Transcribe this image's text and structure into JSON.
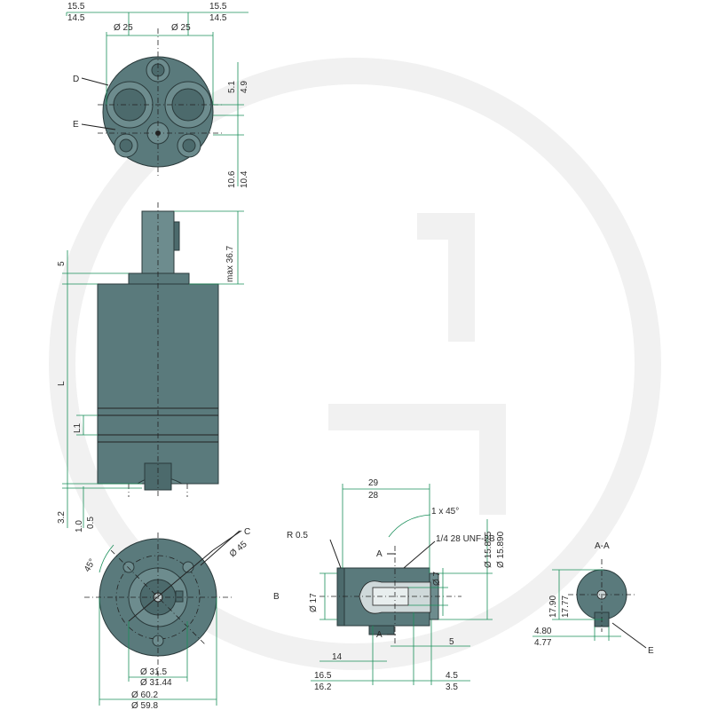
{
  "drawing": {
    "top_view": {
      "dims": {
        "w_left_a": "15.5",
        "w_left_b": "14.5",
        "w_right_a": "15.5",
        "w_right_b": "14.5",
        "port_left": "Ø 25",
        "port_right": "Ø 25",
        "v_a": "5.1",
        "v_b": "4.9",
        "v_c": "10.6",
        "v_d": "10.4"
      },
      "labels": {
        "D": "D",
        "E": "E"
      }
    },
    "side_view": {
      "dims": {
        "max": "max 36.7",
        "top5": "5",
        "L": "L",
        "L1": "L1",
        "b32": "3.2",
        "b10": "1.0",
        "b05": "0.5"
      }
    },
    "bottom_view": {
      "dims": {
        "angle": "45°",
        "bolt": "Ø 45",
        "inner_a": "Ø 31.5",
        "inner_b": "Ø 31.44",
        "outer_a": "Ø 60.2",
        "outer_b": "Ø 59.8"
      },
      "labels": {
        "C": "C"
      }
    },
    "shaft_view": {
      "dims": {
        "len_a": "29",
        "len_b": "28",
        "chamfer": "1 x 45°",
        "radius": "R 0.5",
        "thread": "1/4 28 UNF-2B",
        "dia_a": "Ø 15.875",
        "dia_b": "Ø 15.890",
        "d7": "Ø 7",
        "d17": "Ø 17",
        "d5": "5",
        "d14": "14",
        "d165": "16.5",
        "d162": "16.2",
        "d45": "4.5",
        "d35": "3.5"
      },
      "labels": {
        "B": "B",
        "A1": "A",
        "A2": "A"
      }
    },
    "section_view": {
      "title": "A-A",
      "dims": {
        "h_a": "17.90",
        "h_b": "17.77",
        "w_a": "4.80",
        "w_b": "4.77"
      },
      "labels": {
        "E": "E"
      }
    }
  }
}
